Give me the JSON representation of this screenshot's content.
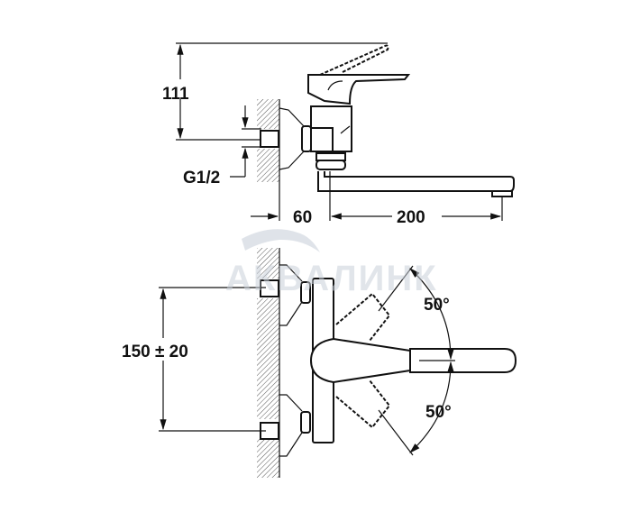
{
  "dimensions": {
    "height": "111",
    "thread": "G1/2",
    "wall_offset": "60",
    "spout_reach": "200",
    "center_distance": "150 ± 20",
    "angle_up": "50°",
    "angle_down": "50°"
  },
  "watermark": "АКВАЛИНК",
  "colors": {
    "line": "#111111",
    "watermark": "#c9d0da"
  }
}
